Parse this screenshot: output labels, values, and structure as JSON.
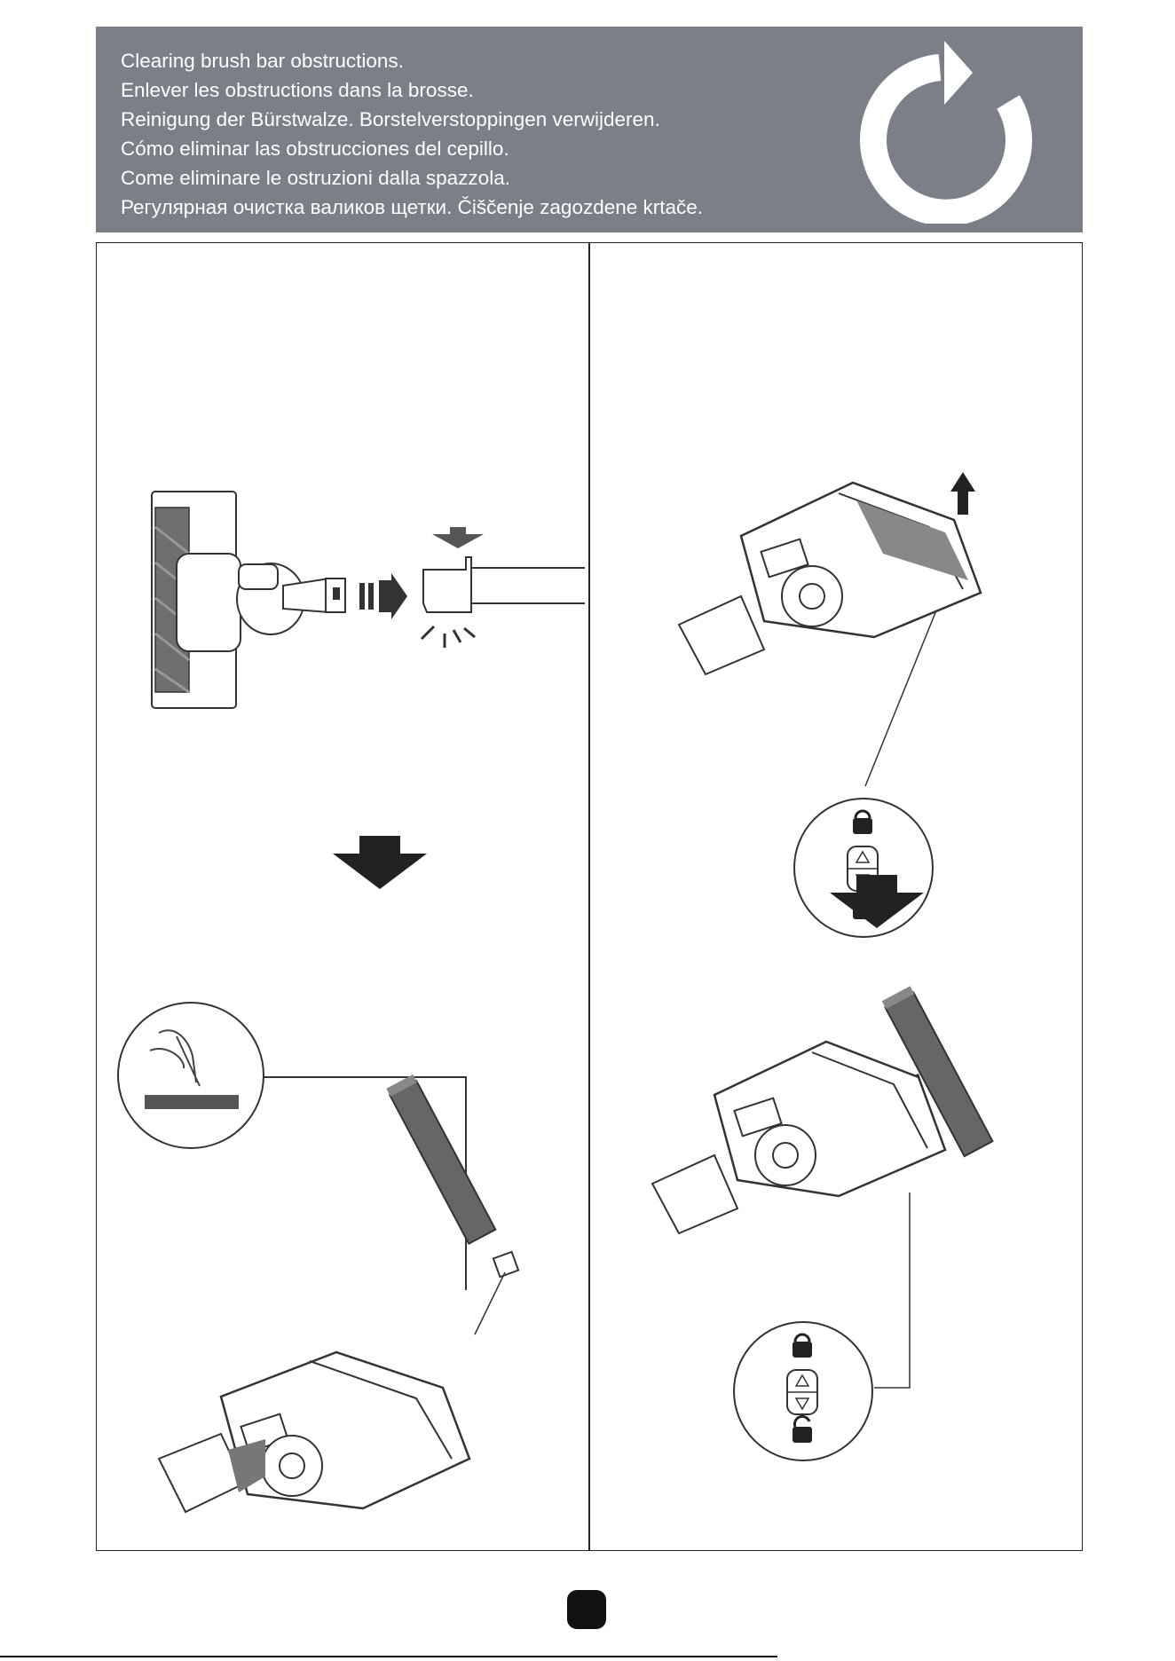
{
  "header": {
    "lines": [
      "Clearing brush bar obstructions.",
      "Enlever les obstructions dans la brosse.",
      "Reinigung der Bürstwalze. Borstelverstoppingen verwijderen.",
      "Cómo eliminar las obstrucciones del cepillo.",
      "Come eliminare le ostruzioni dalla spazzola.",
      "Регулярная очистка валиков щетки. Čiščenje zagozdene krtače."
    ],
    "icon": "refresh-cycle-icon"
  },
  "steps": [
    {
      "panel": "left",
      "illustration": "detach-floor-head-from-wand",
      "icon": "press-release-arrow-icon"
    },
    {
      "panel": "left",
      "illustration": "remove-brush-bar-and-clear-hair",
      "icon": "scissors-detail-icon"
    },
    {
      "panel": "right",
      "illustration": "unlock-brush-bar-end-cap",
      "icon": "lock-unlock-switch-icon"
    },
    {
      "panel": "right",
      "illustration": "reinsert-brush-bar-and-lock",
      "icon": "lock-unlock-switch-icon"
    }
  ],
  "colors": {
    "banner": "#7b7f87",
    "text": "#ffffff",
    "line": "#222222"
  }
}
